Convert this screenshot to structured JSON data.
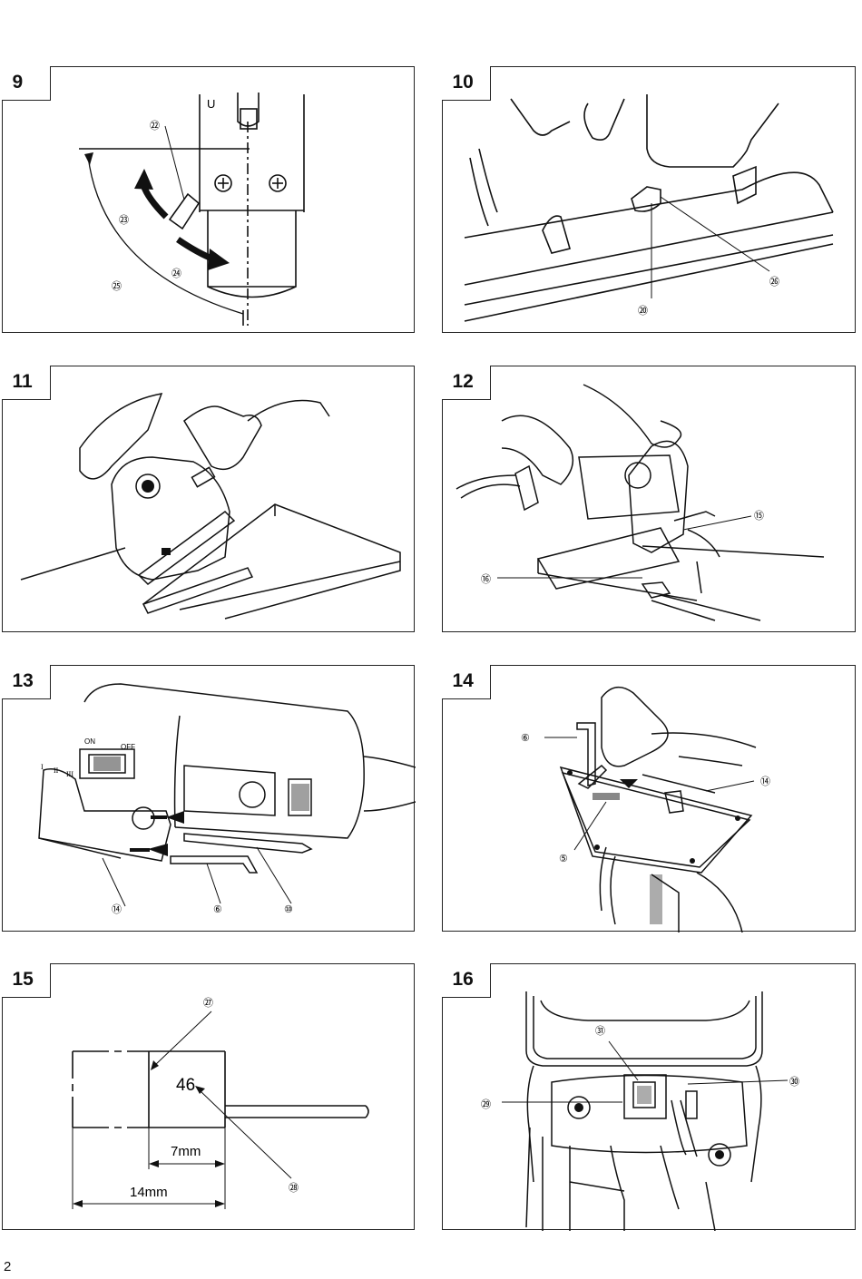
{
  "page_number": "2",
  "figures": [
    {
      "number": "9",
      "callouts": [
        "㉒",
        "㉓",
        "㉔",
        "㉕"
      ],
      "marks": [
        "U"
      ]
    },
    {
      "number": "10",
      "callouts": [
        "㉖",
        "⑳"
      ]
    },
    {
      "number": "11",
      "callouts": []
    },
    {
      "number": "12",
      "callouts": [
        "⑮",
        "⑯"
      ]
    },
    {
      "number": "13",
      "callouts": [
        "⑭",
        "⑥",
        "⑩"
      ],
      "switch_labels": {
        "on": "ON",
        "off": "OFF",
        "speeds": [
          "I",
          "II",
          "III"
        ]
      }
    },
    {
      "number": "14",
      "callouts": [
        "⑥",
        "⑭",
        "⑤"
      ]
    },
    {
      "number": "15",
      "callouts": [
        "㉗",
        "㉘"
      ],
      "marking": "46",
      "dimensions": {
        "inner": "7mm",
        "outer": "14mm"
      }
    },
    {
      "number": "16",
      "callouts": [
        "㉛",
        "㉚",
        "㉙"
      ]
    }
  ]
}
